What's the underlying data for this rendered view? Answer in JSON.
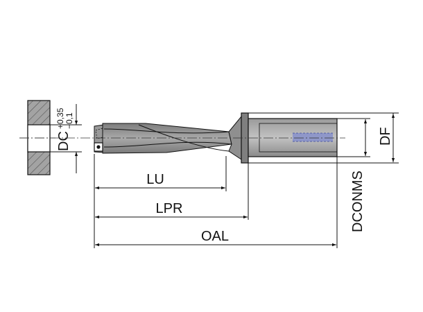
{
  "labels": {
    "dc": "DC",
    "dc_tol_upper": "+0,35",
    "dc_tol_lower": "−0,1",
    "df": "DF",
    "dconms": "DCONMS",
    "lu": "LU",
    "lpr": "LPR",
    "oal": "OAL"
  },
  "colors": {
    "body_dark": "#8c8c8c",
    "body_light": "#b8b8b8",
    "section_fill": "#a3a3a3",
    "coolant_channel": "#8f97c9",
    "line": "#111111"
  }
}
